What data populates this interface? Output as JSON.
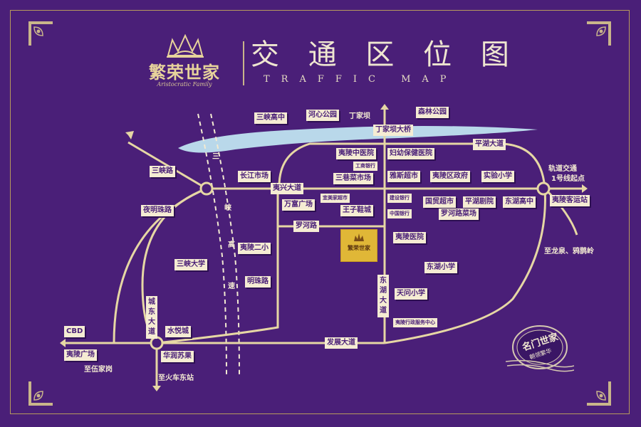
{
  "page": {
    "title_zh": "交 通 区 位 图",
    "title_en": "TRAFFIC MAP"
  },
  "logo": {
    "name": "繁荣世家",
    "subtitle": "Aristocratic Family",
    "icon": "crown-lotus-icon"
  },
  "project": {
    "name": "繁荣世家",
    "icon": "crown-lotus-icon"
  },
  "river": {
    "bridge_label": "丁家坝大桥"
  },
  "roads": {
    "huxing_avenue": "夷兴大道",
    "luohe_road": "罗河路",
    "fazhan_avenue": "发展大道",
    "pinghu_avenue": "平湖大道",
    "donghu_avenue": "东湖大道",
    "chengdong_avenue": "城东大道",
    "sanxia_road": "三峡路",
    "yemingzhu_road": "夜明珠路",
    "minghzu_road": "明珠路",
    "sanxia_expressway": "三峡高速"
  },
  "places": {
    "sanxia_high_school": "三峡高中",
    "hexin_park": "河心公园",
    "dingjiaba": "丁家坝",
    "senlin_park": "森林公园",
    "yiling_tcm_hospital": "夷陵中医院",
    "maternal_child_hospital": "妇幼保健医院",
    "icbc": "工商银行",
    "sanshu_market": "三巷菜市场",
    "yasi_supermarket": "雅斯超市",
    "yiling_gov": "夷陵区政府",
    "shiyan_primary": "实验小学",
    "changjiang_market": "长江市场",
    "wanfu_plaza": "万富广场",
    "yimei_supermarket": "宜美家超市",
    "ccb": "建设银行",
    "wangzi_shoes": "王子鞋城",
    "guomao_supermarket": "国贸超市",
    "pinghu_theater": "平湖剧院",
    "donghu_high": "东湖高中",
    "boc": "中国银行",
    "luohelu_market": "罗河路菜场",
    "yiling_bus_station": "夷陵客运站",
    "rail_transit": "轨道交通",
    "line1_start": "1号线起点",
    "yiling_hospital": "夷陵医院",
    "yiling_second_primary": "夷陵二小",
    "to_longquan": "至龙泉、鸦鹊岭",
    "sanxia_university": "三峡大学",
    "donghu_primary": "东湖小学",
    "tianwen_primary": "天问小学",
    "gov_service_center": "夷陵行政服务中心",
    "cbd": "CBD",
    "shuiyuecheng": "水悦城",
    "yiling_plaza": "夷陵广场",
    "huarun_suguo": "华润苏果",
    "to_wujiagang": "至伍家岗",
    "to_train_east": "至火车东站"
  },
  "seal": {
    "main": "名门世家",
    "sub": "朝领繁华"
  },
  "colors": {
    "background": "#4a1f78",
    "road": "#e6d7a4",
    "label_bg": "#f5ecd3",
    "label_text": "#4a1f78",
    "river": "#b9d8ea",
    "project": "#e0b737"
  }
}
